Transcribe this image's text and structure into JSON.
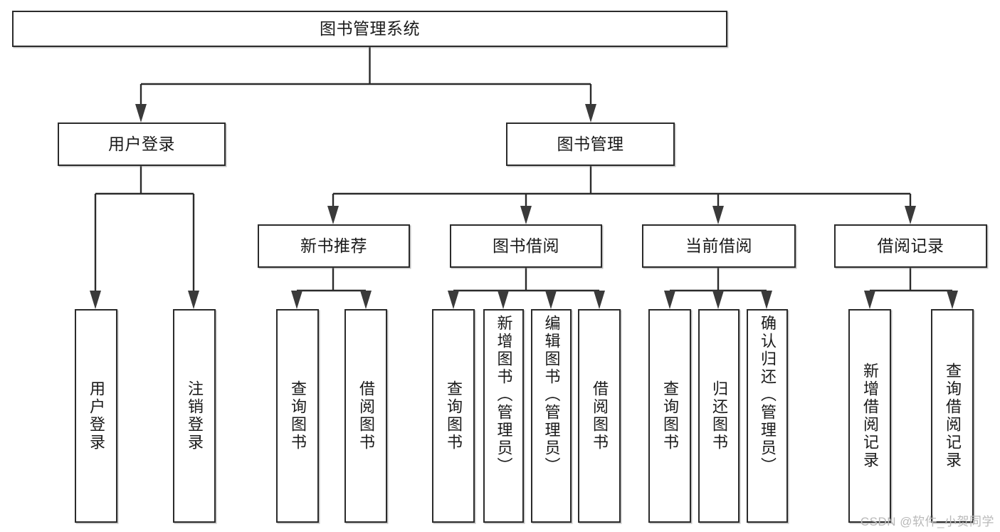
{
  "diagram": {
    "type": "tree",
    "title": "图书管理系统",
    "watermark": "CSDN @软件_小贺同学",
    "colors": {
      "box_border": "#2b2b2b",
      "box_fill": "#ffffff",
      "connector": "#2b2b2b",
      "arrow_head": "#3a3a3a",
      "text": "#1a1a1a",
      "watermark": "#b9b9b9"
    },
    "levels": {
      "root": {
        "label": "图书管理系统"
      },
      "level2": [
        {
          "label": "用户登录"
        },
        {
          "label": "图书管理"
        }
      ],
      "level3": [
        {
          "label": "新书推荐"
        },
        {
          "label": "图书借阅"
        },
        {
          "label": "当前借阅"
        },
        {
          "label": "借阅记录"
        }
      ],
      "leaves": {
        "user_login": [
          {
            "label": "用户登录"
          },
          {
            "label": "注销登录"
          }
        ],
        "new_book_recommend": [
          {
            "label": "查询图书"
          },
          {
            "label": "借阅图书"
          }
        ],
        "book_borrow": [
          {
            "label": "查询图书"
          },
          {
            "label": "新增图书（管理员）"
          },
          {
            "label": "编辑图书（管理员）"
          },
          {
            "label": "借阅图书"
          }
        ],
        "current_borrow": [
          {
            "label": "查询图书"
          },
          {
            "label": "归还图书"
          },
          {
            "label": "确认归还（管理员）"
          }
        ],
        "borrow_record": [
          {
            "label": "新增借阅记录"
          },
          {
            "label": "查询借阅记录"
          }
        ]
      }
    }
  }
}
